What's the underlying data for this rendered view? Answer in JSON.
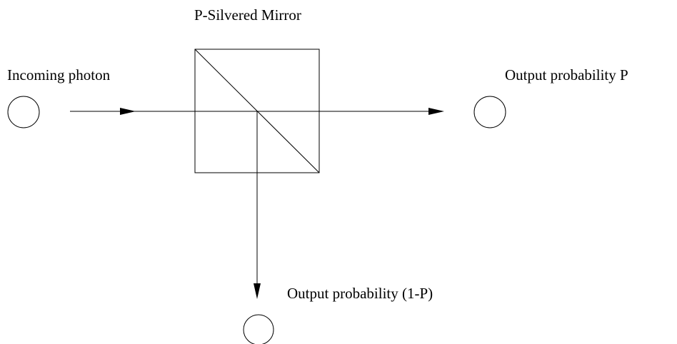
{
  "labels": {
    "mirror": "P-Silvered Mirror",
    "input": "Incoming photon",
    "output_transmitted": "Output probability P",
    "output_reflected": "Output probability (1-P)"
  },
  "colors": {
    "stroke": "#000000",
    "background": "#ffffff"
  }
}
